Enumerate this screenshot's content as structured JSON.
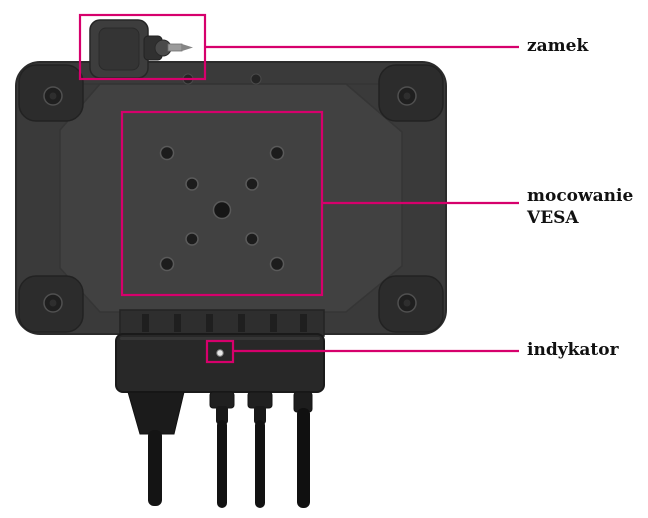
{
  "diagram": {
    "name": "tablet-dock-rear-callout-diagram",
    "colors": {
      "accent": "#d6006c",
      "dock_body": "#3a3a3a",
      "module": "#282828",
      "background": "#ffffff"
    },
    "callouts": [
      {
        "target": "lock",
        "label": "zamek"
      },
      {
        "target": "vesa-mount",
        "label": "mocowanie VESA"
      },
      {
        "target": "indicator-led",
        "label": "indykator"
      }
    ]
  }
}
